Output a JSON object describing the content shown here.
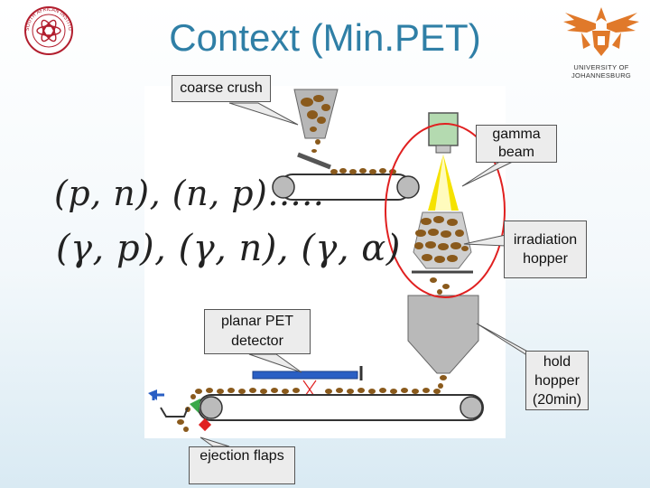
{
  "slide": {
    "title": "Context (Min.PET)"
  },
  "logos": {
    "left_org": "SOUTH AFRICAN INSTITUTE OF PHYSICS",
    "right_org": "UNIVERSITY OF JOHANNESBURG"
  },
  "formula": {
    "line1": "(p, n), (n, p).....",
    "line2": "(γ, p), (γ, n), (γ, α)"
  },
  "callouts": {
    "coarse_crush": "coarse crush",
    "gamma_beam": "gamma beam",
    "irradiation_hopper": "irradiation hopper",
    "planar_pet_detector": "planar PET detector",
    "hold_hopper": "hold hopper (20min)",
    "ejection_flaps": "ejection flaps"
  },
  "colors": {
    "title": "#2f7fa6",
    "ore": "#8a5a1c",
    "detector": "#2a5fc4",
    "highlight_ring": "#e02020",
    "beam": "#f5e200"
  }
}
